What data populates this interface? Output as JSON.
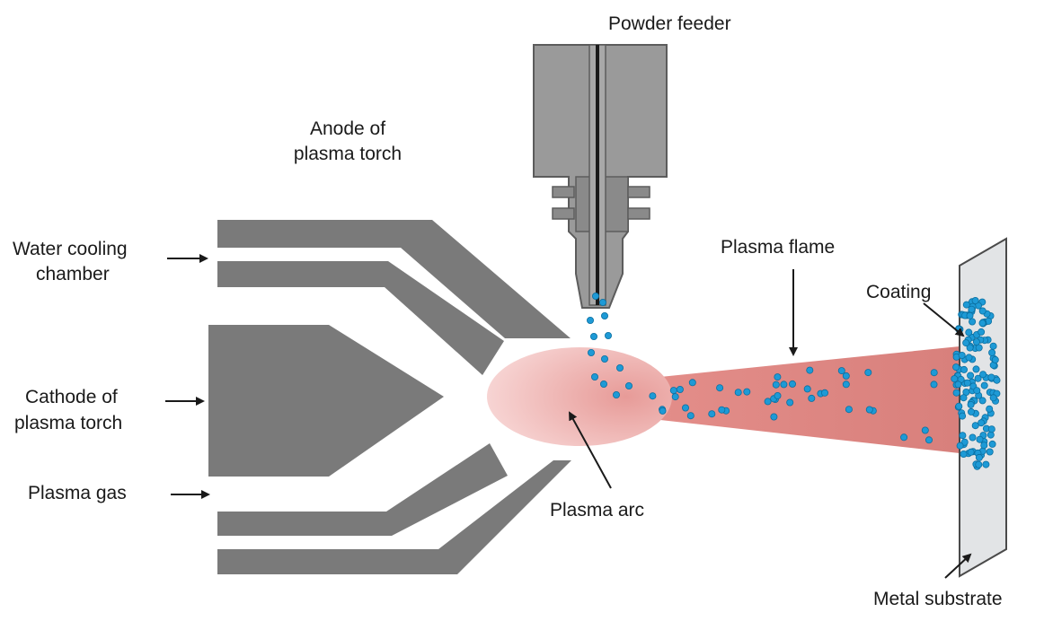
{
  "labels": {
    "powder_feeder": "Powder feeder",
    "anode_line1": "Anode of",
    "anode_line2": "plasma torch",
    "water_line1": "Water cooling",
    "water_line2": "chamber",
    "cathode_line1": "Cathode of",
    "cathode_line2": "plasma torch",
    "plasma_gas": "Plasma gas",
    "plasma_flame": "Plasma flame",
    "coating": "Coating",
    "plasma_arc": "Plasma arc",
    "metal_substrate": "Metal substrate"
  },
  "colors": {
    "torch_gray": "#7a7a7a",
    "nozzle_gray": "#9a9a9a",
    "flame_red": "#dd8480",
    "arc_pink": "#f0b6b3",
    "particle_blue": "#1e9ad6",
    "substrate_gray": "#e2e4e6",
    "arrow_black": "#1a1a1a"
  }
}
